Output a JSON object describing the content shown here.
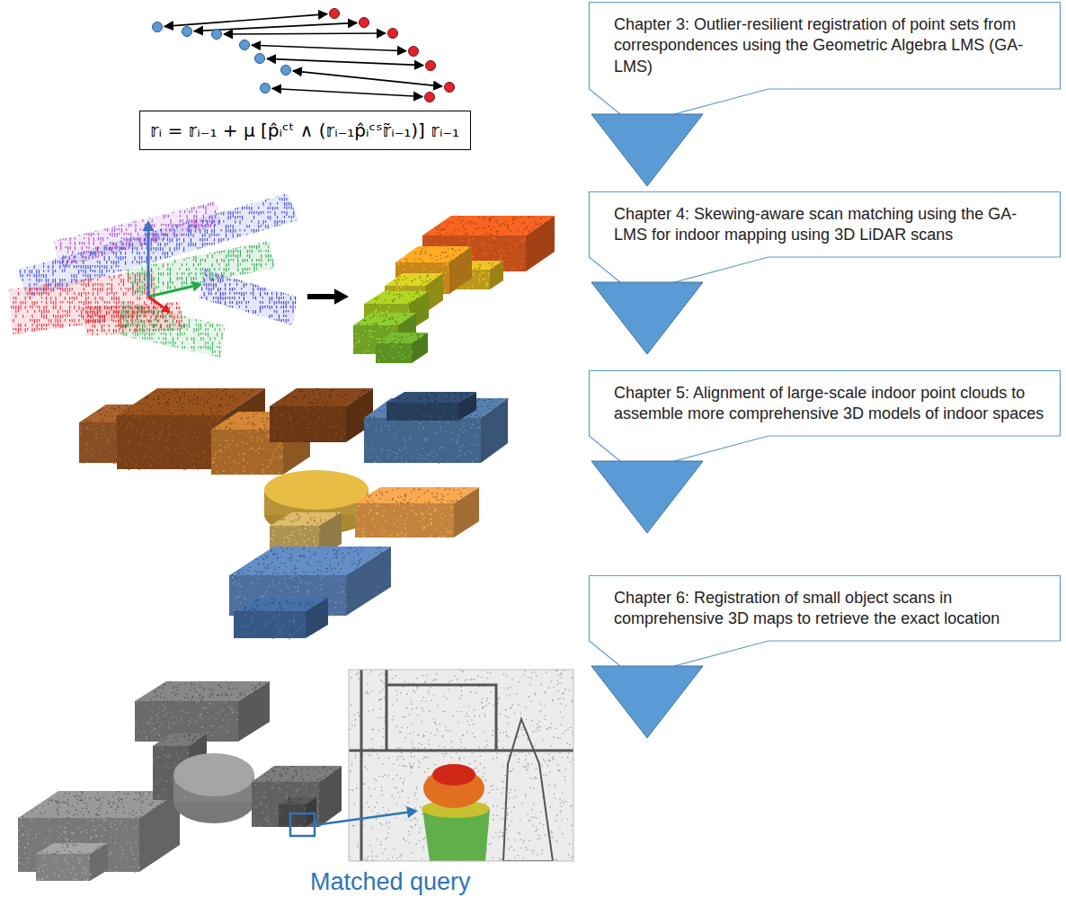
{
  "diagram": {
    "nodes": [
      {
        "text": [
          "Chapter 3: Outlier-resilient registration of point sets from correspondences using the Geometric Algebra LMS (GA-LMS)"
        ]
      },
      {
        "text": [
          "𝕣ᵢ = 𝕣ᵢ₋₁ + μ [p̂ᵢᶜᵗ ∧ (𝕣ᵢ₋₁p̂ᵢᶜˢ𝕣̃ᵢ₋₁)] 𝕣ᵢ₋₁"
        ]
      },
      {
        "text": [
          "Chapter 4: Skewing-aware scan matching using the GA-LMS for indoor mapping using 3D LiDAR scans"
        ]
      },
      {
        "text": [
          "Chapter 5: Alignment of large-scale indoor point clouds to assemble more comprehensive 3D models of indoor spaces"
        ]
      },
      {
        "text": [
          "Chapter 6: Registration of small object scans in comprehensive 3D maps to retrieve the exact location"
        ]
      }
    ],
    "labels": [
      "Matched query"
    ]
  }
}
